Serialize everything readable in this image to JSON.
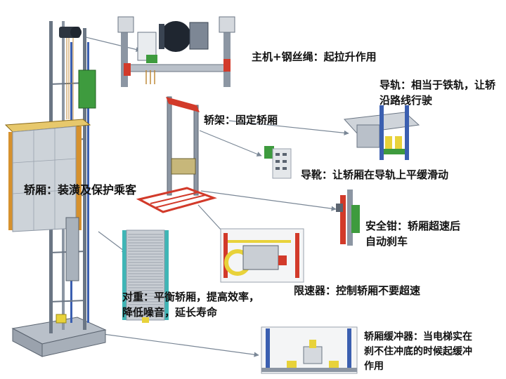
{
  "labels": {
    "machine": "主机+钢丝绳：起拉升作用",
    "guide_rail_l1": "导轨：相当于铁轨，让轿",
    "guide_rail_l2": "沿路线行驶",
    "frame": "轿架：固定轿厢",
    "guide_shoe": "导靴：让轿厢在导轨上平缓滑动",
    "cabin": "轿厢：装潢及保护乘客",
    "safety_gear_l1": "安全钳：轿厢超速后",
    "safety_gear_l2": "自动刹车",
    "counterweight_l1": "对重：平衡轿厢，提高效率，",
    "counterweight_l2": "降低噪音，延长寿命",
    "governor": "限速器：控制轿厢不要超速",
    "buffer_l1": "轿厢缓冲器：当电梯实在",
    "buffer_l2": "刹不住冲底的时候起缓冲",
    "buffer_l3": "作用"
  },
  "colors": {
    "steel": "#8c96a3",
    "steel_dark": "#4b5563",
    "rail_blue": "#3b5fb0",
    "red": "#d23a2a",
    "green": "#3e9b3e",
    "yellow": "#e8d23a",
    "orange": "#d6912e",
    "cyan": "#3fb6b6",
    "line": "#7a8796"
  }
}
